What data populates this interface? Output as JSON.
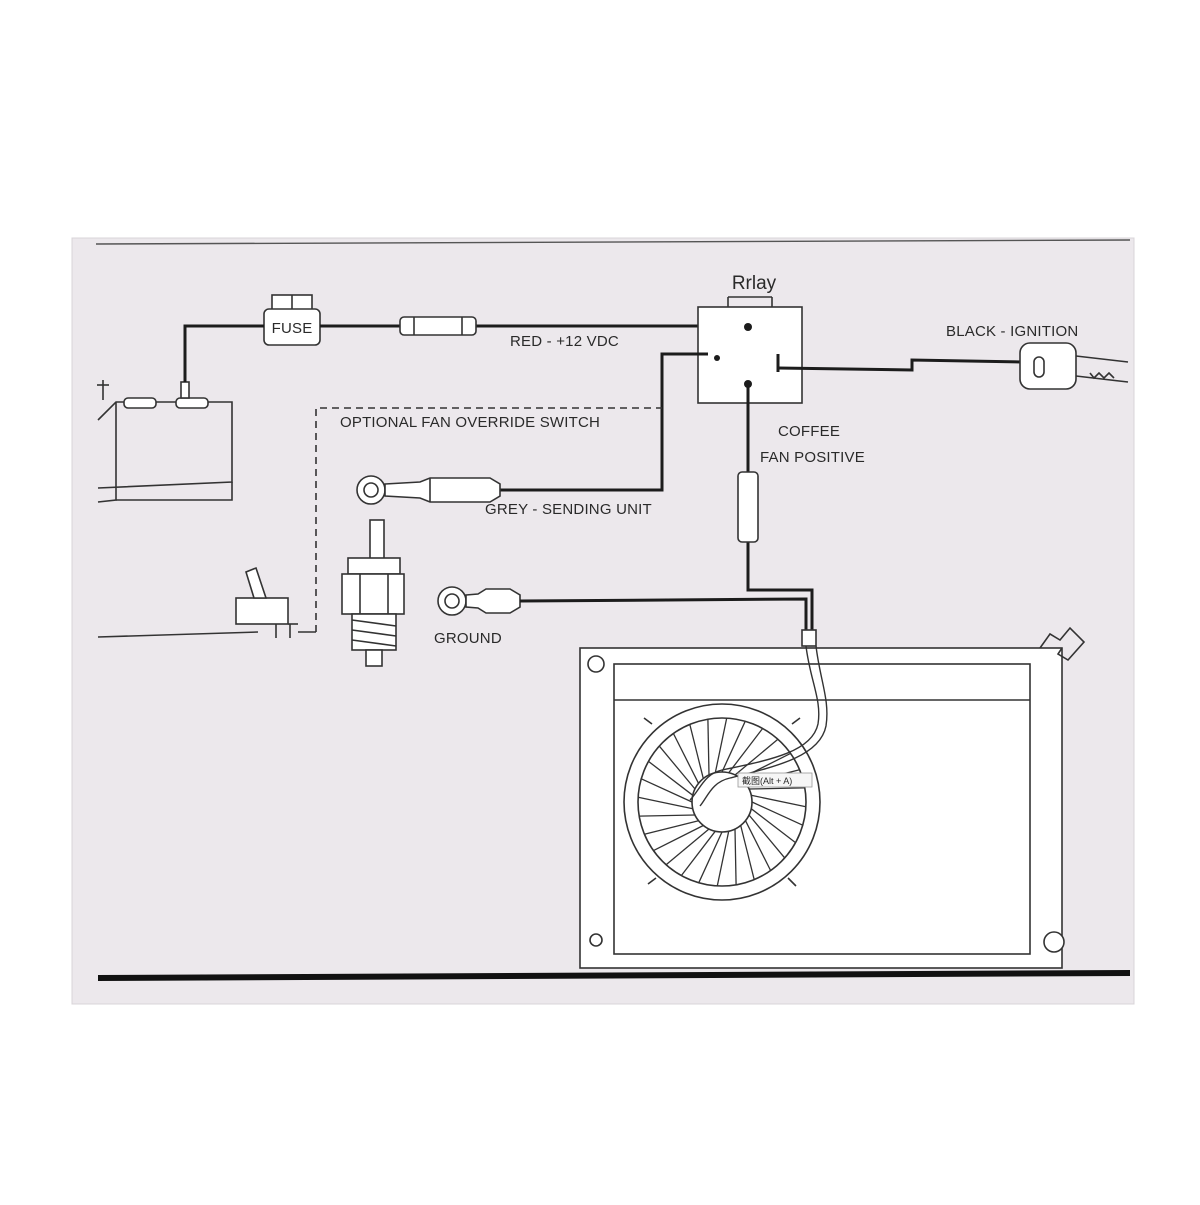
{
  "diagram": {
    "relay_label": "Rrlay",
    "fuse_label": "FUSE",
    "red_wire_label": "RED - +12 VDC",
    "black_wire_label": "BLACK - IGNITION",
    "override_label": "OPTIONAL FAN OVERRIDE SWITCH",
    "coffee_label": "COFFEE",
    "fan_positive_label": "FAN POSITIVE",
    "grey_wire_label": "GREY - SENDING UNIT",
    "ground_label": "GROUND",
    "screenshot_tooltip": "截图(Alt + A)"
  },
  "colors": {
    "paper": "#ece8ec",
    "ink": "#1c1c1c",
    "background": "#ffffff"
  }
}
